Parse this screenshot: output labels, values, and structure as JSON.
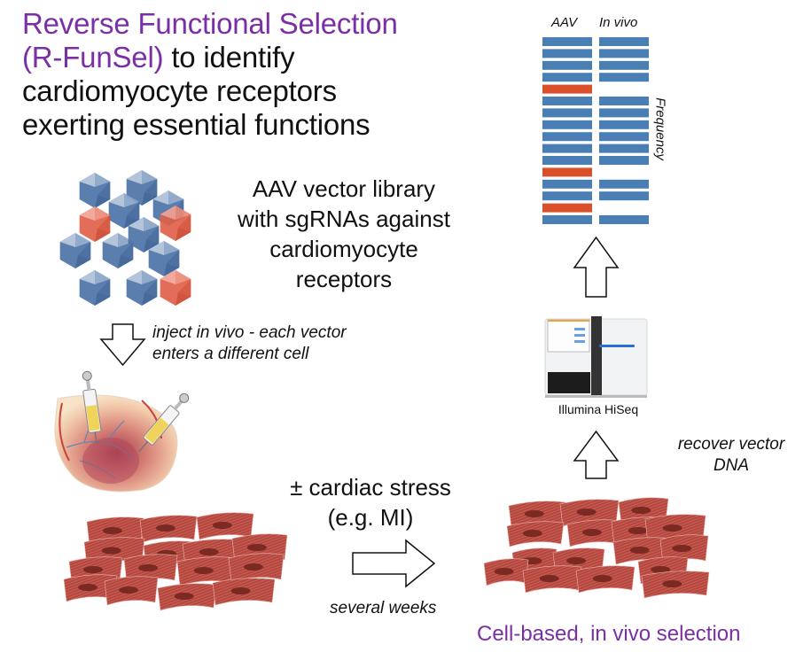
{
  "title": {
    "line1_accent": "Reverse Functional Selection",
    "line2_accent": "(R-FunSel)",
    "line2_rest": " to identify",
    "line3": "cardiomyocyte receptors",
    "line4": "exerting essential functions"
  },
  "library": {
    "lines": [
      "AAV vector library",
      "with sgRNAs against",
      "cardiomyocyte",
      "receptors"
    ],
    "particles": [
      {
        "type": "blue"
      },
      {
        "type": "blue"
      },
      {
        "type": "blue"
      },
      {
        "type": "blue"
      },
      {
        "type": "red"
      },
      {
        "type": "red"
      },
      {
        "type": "blue"
      },
      {
        "type": "blue"
      },
      {
        "type": "blue"
      },
      {
        "type": "blue"
      },
      {
        "type": "blue"
      },
      {
        "type": "blue"
      },
      {
        "type": "red"
      }
    ]
  },
  "inject": {
    "line1": "inject in vivo - each vector",
    "line2": "enters a different cell"
  },
  "stress": {
    "line1": "± cardiac stress",
    "line2": "(e.g. MI)",
    "duration": "several weeks"
  },
  "sequencing": {
    "instrument_label": "Illumina HiSeq",
    "recover_line1": "recover vector",
    "recover_line2": "DNA"
  },
  "caption": "Cell-based, in vivo selection",
  "frequency_panel": {
    "columns": [
      "AAV",
      "In vivo"
    ],
    "axis_label": "Frequency",
    "rows": [
      {
        "aav": "blue",
        "in_vivo": true
      },
      {
        "aav": "blue",
        "in_vivo": true
      },
      {
        "aav": "blue",
        "in_vivo": true
      },
      {
        "aav": "blue",
        "in_vivo": true
      },
      {
        "aav": "red",
        "in_vivo": false
      },
      {
        "aav": "blue",
        "in_vivo": true
      },
      {
        "aav": "blue",
        "in_vivo": true
      },
      {
        "aav": "blue",
        "in_vivo": true
      },
      {
        "aav": "blue",
        "in_vivo": true
      },
      {
        "aav": "blue",
        "in_vivo": true
      },
      {
        "aav": "blue",
        "in_vivo": true
      },
      {
        "aav": "red",
        "in_vivo": false
      },
      {
        "aav": "blue",
        "in_vivo": true
      },
      {
        "aav": "blue",
        "in_vivo": true
      },
      {
        "aav": "red",
        "in_vivo": false
      },
      {
        "aav": "blue",
        "in_vivo": true
      }
    ]
  },
  "colors": {
    "accent_purple": "#7b2fa5",
    "bar_blue": "#4a7fb5",
    "bar_red": "#d9502b",
    "cell_red": "#b5463e",
    "cell_nucleus": "#7a2a22",
    "particle_blue": "#4d74a8",
    "particle_red": "#e0614a"
  }
}
